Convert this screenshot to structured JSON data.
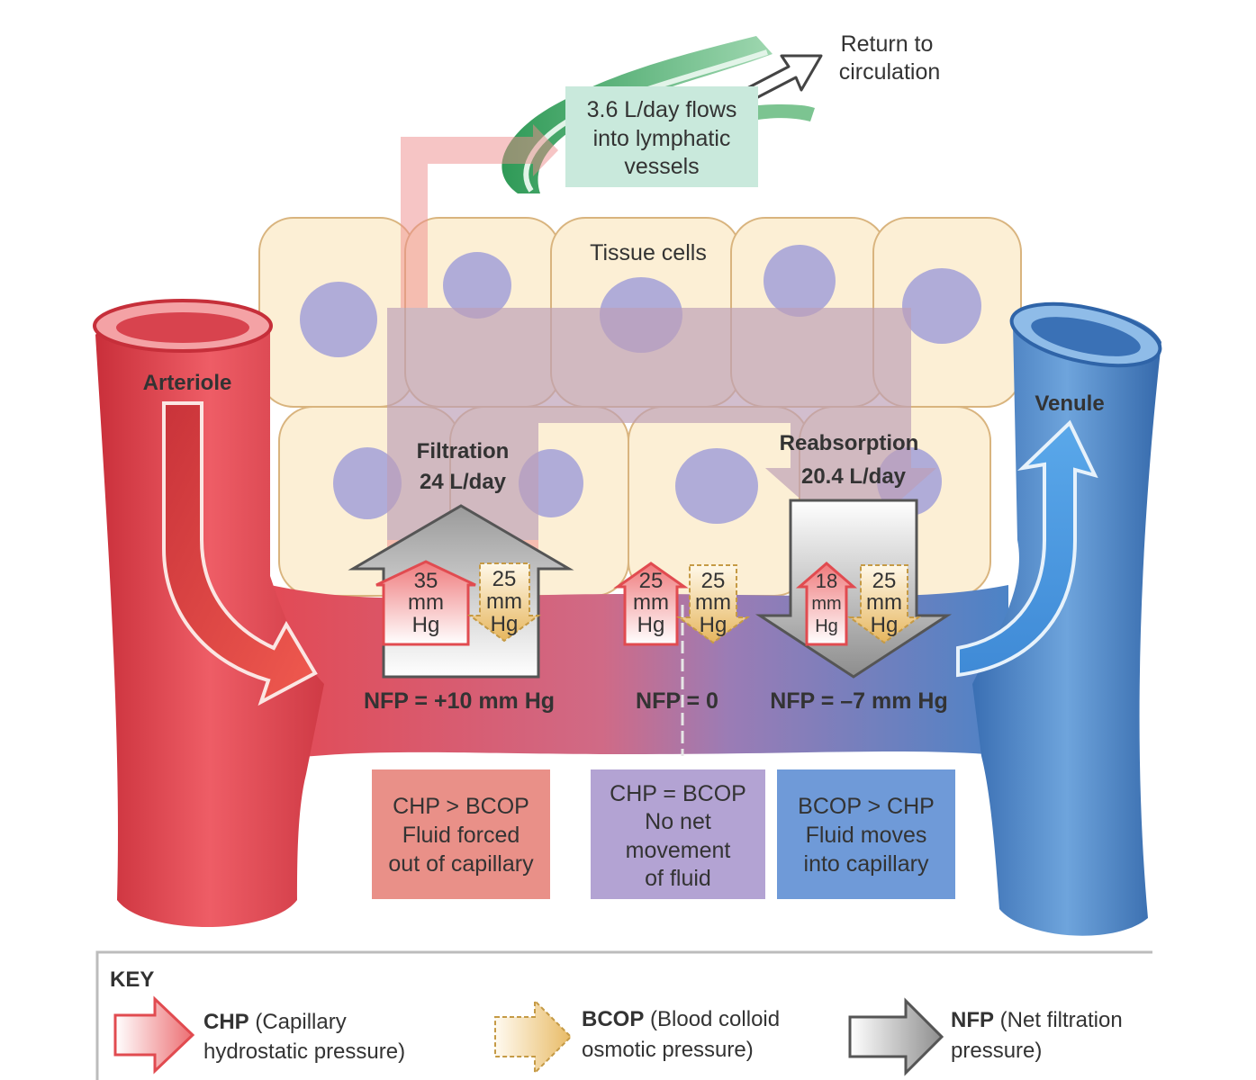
{
  "labels": {
    "return_line1": "Return to",
    "return_line2": "circulation",
    "lymph_line1": "3.6 L/day flows",
    "lymph_line2": "into lymphatic",
    "lymph_line3": "vessels",
    "tissue_cells": "Tissue  cells",
    "arteriole": "Arteriole",
    "venule": "Venule",
    "filtration_title": "Filtration",
    "filtration_rate": "24 L/day",
    "reabsorption_title": "Reabsorption",
    "reabsorption_rate": "20.4 L/day",
    "nfp_arterial": "NFP = +10 mm Hg",
    "nfp_middle": "NFP = 0",
    "nfp_venous": "NFP = –7 mm Hg",
    "unit_mm": "mm",
    "unit_hg": "Hg"
  },
  "pressures": {
    "chp_arterial": "35",
    "bcop_arterial": "25",
    "chp_middle": "25",
    "bcop_middle": "25",
    "chp_venous": "18",
    "bcop_venous": "25"
  },
  "boxes": {
    "arterial": {
      "line1": "CHP > BCOP",
      "line2": "Fluid forced",
      "line3": "out of capillary"
    },
    "middle": {
      "line1": "CHP = BCOP",
      "line2": "No net",
      "line3": "movement",
      "line4": "of fluid"
    },
    "venous": {
      "line1": "BCOP > CHP",
      "line2": "Fluid moves",
      "line3": "into capillary"
    }
  },
  "key": {
    "title": "KEY",
    "chp_abbr": "CHP",
    "chp_line1": " (Capillary",
    "chp_line2": "hydrostatic pressure)",
    "bcop_abbr": "BCOP",
    "bcop_line1": " (Blood colloid",
    "bcop_line2": "osmotic pressure)",
    "nfp_abbr": "NFP",
    "nfp_line1": " (Net filtration",
    "nfp_line2": "pressure)"
  },
  "colors": {
    "arteriole": "#de3f4a",
    "venule": "#3f7cc0",
    "cell": "#fcefd5",
    "nucleus": "#b0acd8",
    "box_arterial": "#e99088",
    "box_middle": "#b3a3d3",
    "box_venous": "#6f9ad8",
    "lymph_box": "#c9e9dc",
    "text": "#333333"
  }
}
